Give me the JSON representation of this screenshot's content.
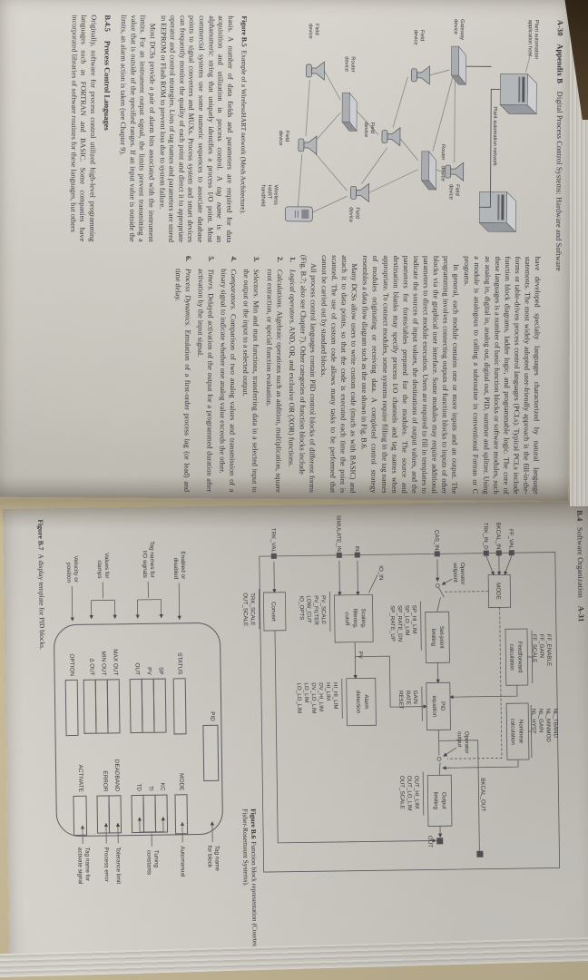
{
  "a30": {
    "header": {
      "page": "A-30",
      "section": "Appendix B",
      "title": "Digital Process Control Systems: Hardware and Software"
    },
    "b5": {
      "caption_fig": "Figure B.5",
      "caption_text": "Example of a WirelessHART network (Mesh Architecture).",
      "labels": {
        "network": "Plant automation network",
        "host1": "Plant automation",
        "host2": "application host",
        "gateway1": "Gateway",
        "gateway2": "device",
        "router1": "Router",
        "router2": "device",
        "field1": "Field",
        "field2": "device",
        "hh1": "Wireless",
        "hh2": "HART",
        "hh3": "handheld"
      }
    },
    "col1": {
      "p1a": "basis. A number of data fields and parameters are required for data acquisition and utilization in process control. A ",
      "p1b": "tag name",
      "p1c": " is an alphanumeric string that uniquely identifies a process I/O point. Most commercial systems use some numeric sequences to associate database points to signal converters and MUXs. Process system and smart devices can frequently monitor the quality of each point and direct it to appropriate operator and control strategies. Lists of tag names and parameters are stored in EEPROM or Flash ROM to prevent loss due to system failure.",
      "p2": "Most DCSs provide a pair of alarm bits associated with the instrument limits. For an instrument output signal, the limits prevent transmitting a value that is outside of the specified ranges. If an input value is outside the limits, an alarm action is taken (see Chapter 9).",
      "heading_num": "B.4.5",
      "heading_text": "Process Control Languages",
      "p3": "Originally, software for process control utilized high-level programming languages such as FORTRAN and BASIC. Some companies have incorporated libraries of software routines for these languages, but others"
    },
    "col2": {
      "p1": "have developed specialty languages characterized by natural language statements. The most widely adopted user-friendly approach is the fill-in-the-forms or table-driven process control languages (PCLs). Typical PCLs include function block diagrams, ladder logic, and programmable logic. The core of these languages is a number of basic function blocks or software modules, such as analog in, digital in, analog out, digital out, PID, summer and splitter. Using a module is analogous to calling a subroutine in conventional Fortran or C programs.",
      "p2": "In general, each module contains one or more inputs and an output. The programming involves connecting outputs of function blocks to inputs of other blocks via the graphical user interface. Some modules may require additional parameters to direct module execution. Users are required to fill in templates to indicate the sources of input values, the destinations of output values, and the parameters for forms/tables prepared for the modules. The source and destination blanks may specify process I/O channels and tag names when appropriate. To connect modules, some systems require filling in the tag names of modules originating or receiving data. A completed control strategy resembles a data flow diagram such as the one shown in Fig. B.6.",
      "p3": "Many DCSs allow users to write custom code (much as with BASIC) and attach it to data points, so that the code is executed each time the point is scanned. The use of custom code allows many tasks to be performed that cannot be carried out by standard blocks.",
      "p4": "All process control languages contain PID control blocks of different forms (Fig. B.7; also see Chapter 7). Other categories of function blocks include",
      "list": [
        {
          "n": "1.",
          "t": "Logical operators.",
          "d": "AND, OR, and exclusive OR (XOR) functions."
        },
        {
          "n": "2.",
          "t": "Calculations.",
          "d": "Algebraic operations such as addition, multiplication, square root extraction, or special function evaluation."
        },
        {
          "n": "3.",
          "t": "Selectors.",
          "d": "Min and max functions, transferring data in a selected input to the output or the input to a selected output."
        },
        {
          "n": "4.",
          "t": "Comparators.",
          "d": "Comparison of two analog values and transmission of a binary signal to indicate whether one analog value exceeds the other."
        },
        {
          "n": "5.",
          "t": "Timers.",
          "d": "Delayed activation of the output for a programmed duration after activation by the input signal."
        },
        {
          "n": "6.",
          "t": "Process Dynamics.",
          "d": "Emulation of a first-order process lag (or lead) and time delay."
        }
      ]
    }
  },
  "a31": {
    "header": {
      "section": "B.4",
      "title": "Software Organization",
      "page": "A-31"
    },
    "b6": {
      "caption_fig": "Figure B.6",
      "caption_text": "Function block representation (Courtesy Fisher-Rosemount Systems).",
      "inputs": {
        "ff_val": "FF_VAL",
        "bkcal_in": "BKCAL_IN",
        "trk_in_d": "TRK_IN_D",
        "cas_in": "CAS_IN",
        "in": "IN",
        "simulate_in": "SIMULATE_IN",
        "trk_val": "TRK_VAL",
        "io_in": "IO_IN"
      },
      "outputs": {
        "out": "OUT",
        "bkcal_out": "BKCAL_OUT"
      },
      "blocks": {
        "mode": "MODE",
        "ff1": "Feedforward",
        "ff2": "calculation",
        "nl1": "Nonlinear",
        "nl2": "calculation",
        "sp1": "Set-point",
        "sp2": "limiting",
        "pid1": "PID",
        "pid2": "equation",
        "sc1": "Scaling,",
        "sc2": "filtering,",
        "sc3": "cutoff",
        "al1": "Alarm",
        "al2": "detection",
        "ol1": "Output",
        "ol2": "limiting",
        "convert": "Convert"
      },
      "labels": {
        "opsp1": "Operator",
        "opsp2": "setpoint",
        "opout1": "Operator",
        "opout2": "output",
        "pv": "PV"
      },
      "ff_params": [
        "FF_ENABLE",
        "FF_GAIN",
        "FF_SCALE"
      ],
      "nl_params": [
        "NL_TBAND",
        "NL_MINMOD",
        "NL_GAIN",
        "NL_HYST"
      ],
      "sp_params": [
        "SP_HI_LIM",
        "SP_LO_LIM",
        "SP_RATE_DN",
        "SP_RATE_UP"
      ],
      "pid_params": [
        "GAIN",
        "RATE",
        "RESET"
      ],
      "pv_params": [
        "PV_SCALE",
        "PV_FILTER",
        "LOW_CUT",
        "IO_OPTS"
      ],
      "alarm_params": [
        "HI_HI_LIM",
        "HI_LIM",
        "DV_HI_LIM",
        "DV_LO_LIM",
        "LO_LIM",
        "LO_LO_LIM"
      ],
      "out_params": [
        "OUT_HI_LIM",
        "OUT_LO_LIM",
        "OUT_SCALE"
      ],
      "cv_params": [
        "TRK_SCALE",
        "OUT_SCALE"
      ]
    },
    "b7": {
      "caption_fig": "Figure B.7",
      "caption_text": "A display template for PID blocks.",
      "title": "PID",
      "left_fields": {
        "status": "STATUS",
        "sp": "SP",
        "pv": "PV",
        "out": "OUT",
        "max": "MAX OUT",
        "min": "MIN OUT",
        "dout": "Δ OUT",
        "option": "OPTION"
      },
      "right_fields": {
        "mode": "MODE",
        "kc": "KC",
        "ti": "TI",
        "td": "TD",
        "deadband": "DEADBAND",
        "error": "ERROR",
        "activate": "ACTIVATE"
      },
      "notes": {
        "enabled1": "Enabled or",
        "enabled2": "disabled",
        "tagio1": "Tag names for",
        "tagio2": "I/O signals",
        "clamps1": "Values for",
        "clamps2": "clamps",
        "velocity1": "Velocity or",
        "velocity2": "position",
        "tagblock1": "Tag name",
        "tagblock2": "for block",
        "automanual": "Automanual",
        "tuning1": "Tuning",
        "tuning2": "constants",
        "tolerance": "Tolerance limit",
        "procerr": "Process error",
        "activate1": "Tag name for",
        "activate2": "activate signal"
      }
    }
  }
}
